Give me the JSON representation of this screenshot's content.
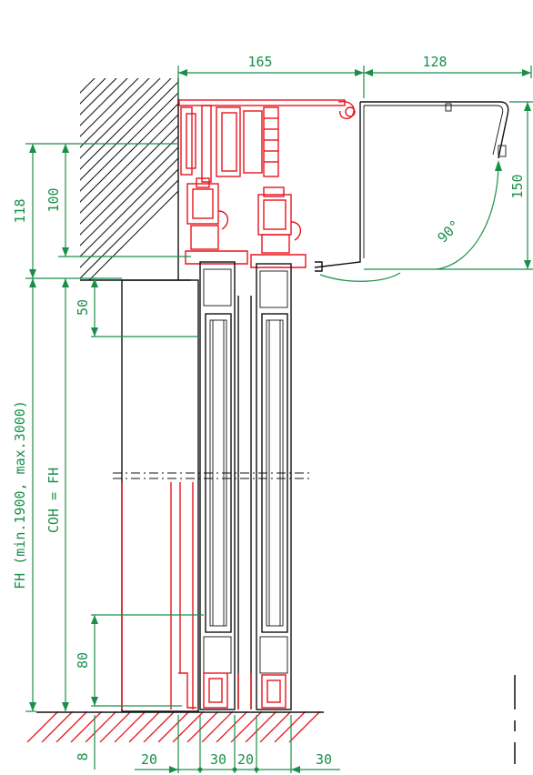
{
  "dimensions": {
    "top_left": "165",
    "top_right": "128",
    "right_height": "150",
    "angle": "90°",
    "left_118": "118",
    "left_100": "100",
    "left_50": "50",
    "left_80": "80",
    "left_8": "8",
    "left_fh": "FH (min.1900, max.3000)",
    "left_coh": "COH = FH",
    "bottom_20": "20",
    "bottom_30a": "30",
    "bottom_20b": "20",
    "bottom_30b": "30"
  },
  "colors": {
    "dimension": "#1a8f4a",
    "highlight": "#e8141c",
    "outline": "#111111"
  }
}
